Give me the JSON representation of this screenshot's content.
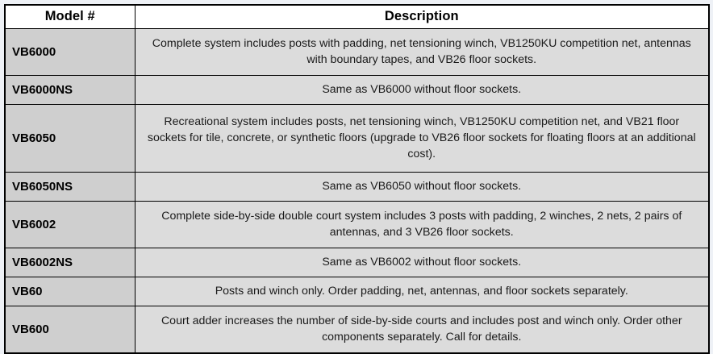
{
  "table": {
    "headers": {
      "model": "Model #",
      "description": "Description"
    },
    "rows": [
      {
        "model": "VB6000",
        "description": "Complete system includes posts with padding, net tensioning winch, VB1250KU competition net, antennas with boundary tapes, and VB26 floor sockets.",
        "lines": 2
      },
      {
        "model": "VB6000NS",
        "description": "Same as VB6000 without floor sockets.",
        "lines": 1
      },
      {
        "model": "VB6050",
        "description": "Recreational system includes posts, net tensioning winch, VB1250KU competition net, and VB21 floor sockets for tile, concrete, or synthetic floors (upgrade to VB26 floor sockets for floating floors at an additional cost).",
        "lines": 3
      },
      {
        "model": "VB6050NS",
        "description": "Same as VB6050 without floor sockets.",
        "lines": 1
      },
      {
        "model": "VB6002",
        "description": "Complete side-by-side double court system includes 3 posts with padding, 2 winches, 2 nets, 2 pairs of antennas, and 3 VB26 floor sockets.",
        "lines": 2
      },
      {
        "model": "VB6002NS",
        "description": "Same as VB6002 without floor sockets.",
        "lines": 1
      },
      {
        "model": "VB60",
        "description": "Posts and winch only. Order padding, net, antennas, and floor sockets separately.",
        "lines": 1
      },
      {
        "model": "VB600",
        "description": "Court adder increases the number of side-by-side courts and includes post and winch only. Order other components separately. Call for details.",
        "lines": 2
      }
    ]
  },
  "colors": {
    "page_background": "#eef1f6",
    "header_background": "#ffffff",
    "model_cell_background": "#cfcfcf",
    "description_cell_background": "#dcdcdc",
    "border": "#000000",
    "text": "#000000"
  }
}
